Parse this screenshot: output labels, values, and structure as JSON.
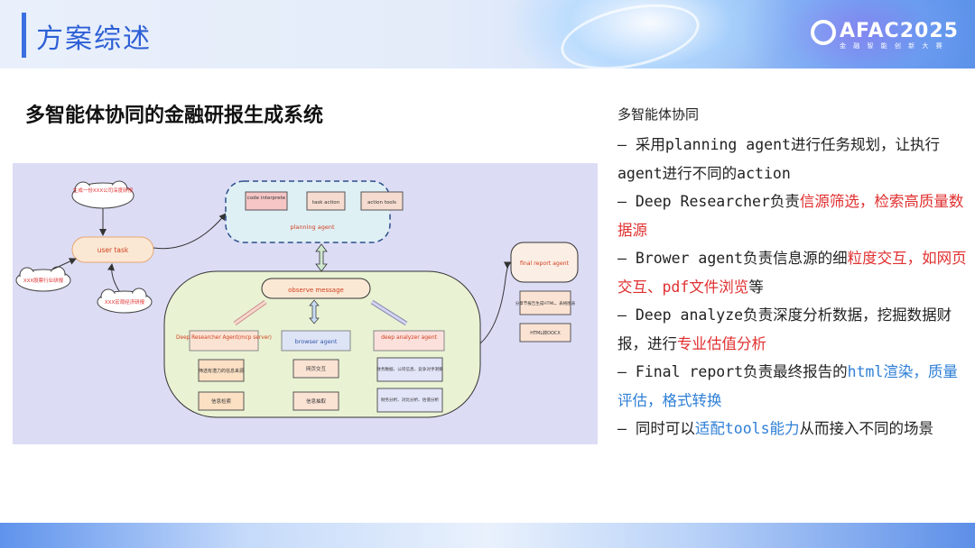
{
  "header": {
    "title": "方案综述",
    "logo_text": "AFAC2025",
    "logo_sub": "金 融 智 能 创 新 大 赛"
  },
  "section_title": "多智能体协同的金融研报生成系统",
  "diagram": {
    "cloud_top": "生成一份XXX公司深度研报",
    "cloud_left": "XXX股票行业研报",
    "cloud_bottom": "XXX宏观经济研报",
    "user_task": "user task",
    "planning_agent": "planning agent",
    "code_interprete": "code interprete",
    "task_action": "task action",
    "action_tools": "action tools",
    "observe_message": "observe message",
    "deep_researcher": "Deep Researcher Agent(mcp server)",
    "browser_agent": "browser agent",
    "deep_analyzer": "deep analyzer agent",
    "dr_task1": "筛选有潜力的信息来源",
    "dr_task2": "信息检索",
    "ba_task1": "网页交互",
    "ba_task2": "信息抽取",
    "da_task1": "财务数据、公司信息、竞争对手洞察",
    "da_task2": "财务分析、对比分析、估值分析",
    "final_report_agent": "final report agent",
    "fr_task1": "分章节报告生成HTML，表格图表",
    "fr_task2": "HTML转DOCX"
  },
  "right": {
    "heading": "多智能体协同",
    "b1a": "– 采用planning agent进行任务规划，让执行agent进行不同的action",
    "b2a": "– Deep Researcher负责",
    "b2b": "信源筛选，检索高质量数据源",
    "b3a": "– Brower agent负责信息源的细",
    "b3b": "粒度交互，如网页交互、pdf文件浏览",
    "b3c": "等",
    "b4a": "– Deep analyze负责深度分析数据，挖掘数据财报，进行",
    "b4b": "专业估值分析",
    "b5a": "– Final report负责最终报告的",
    "b5b": "html渲染，质量评估，格式转换",
    "b6a": "– 同时可以",
    "b6b": "适配tools能力",
    "b6c": "从而接入不同的场景"
  },
  "colors": {
    "title_blue": "#2d5fd6",
    "highlight_red": "#e03030",
    "highlight_blue": "#2f7fd6"
  }
}
